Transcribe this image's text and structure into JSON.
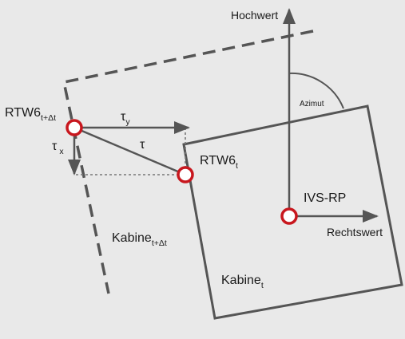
{
  "axes": {
    "north": "Hochwert",
    "east": "Rechtswert",
    "angle": "Azimut"
  },
  "points": {
    "reference": "IVS-RP",
    "current": {
      "base": "RTW6",
      "sub": "t"
    },
    "next": {
      "base": "RTW6",
      "sub": "t+Δt"
    }
  },
  "cabins": {
    "current": {
      "base": "Kabine",
      "sub": "t"
    },
    "next": {
      "base": "Kabine",
      "sub": "t+Δt"
    }
  },
  "displacement": {
    "total": "τ",
    "x": {
      "base": "τ",
      "sub": "x"
    },
    "y": {
      "base": "τ",
      "sub": "y"
    }
  },
  "colors": {
    "background": "#e9e9e9",
    "lines": "#555555",
    "marker_stroke": "#c8171e",
    "marker_fill": "#ffffff"
  }
}
